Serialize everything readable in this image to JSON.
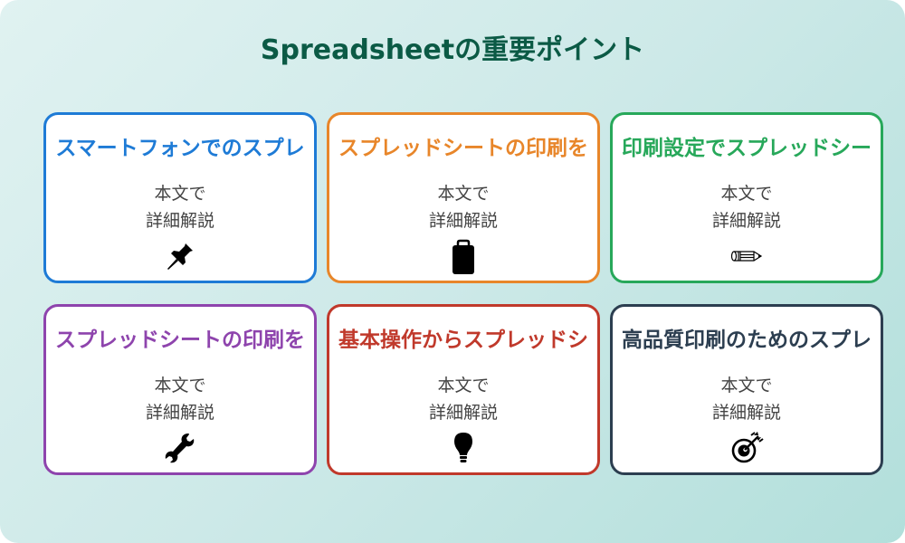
{
  "page": {
    "title": "Spreadsheetの重要ポイント",
    "title_color": "#0b5a45",
    "background_gradient": [
      "#e0f2f1",
      "#b2dfdb"
    ]
  },
  "cards": [
    {
      "title": "スマートフォンでのスプレ",
      "body_line1": "本文で",
      "body_line2": "詳細解説",
      "icon": "pushpin-icon",
      "color": "#1e7bd6"
    },
    {
      "title": "スプレッドシートの印刷を",
      "body_line1": "本文で",
      "body_line2": "詳細解説",
      "icon": "clipboard-icon",
      "color": "#e8862a"
    },
    {
      "title": "印刷設定でスプレッドシー",
      "body_line1": "本文で",
      "body_line2": "詳細解説",
      "icon": "pencil-icon",
      "color": "#27a85a"
    },
    {
      "title": "スプレッドシートの印刷を",
      "body_line1": "本文で",
      "body_line2": "詳細解説",
      "icon": "wrench-icon",
      "color": "#8e44ad"
    },
    {
      "title": "基本操作からスプレッドシ",
      "body_line1": "本文で",
      "body_line2": "詳細解説",
      "icon": "lightbulb-icon",
      "color": "#c0392b"
    },
    {
      "title": "高品質印刷のためのスプレ",
      "body_line1": "本文で",
      "body_line2": "詳細解説",
      "icon": "target-icon",
      "color": "#2c3e50"
    }
  ]
}
